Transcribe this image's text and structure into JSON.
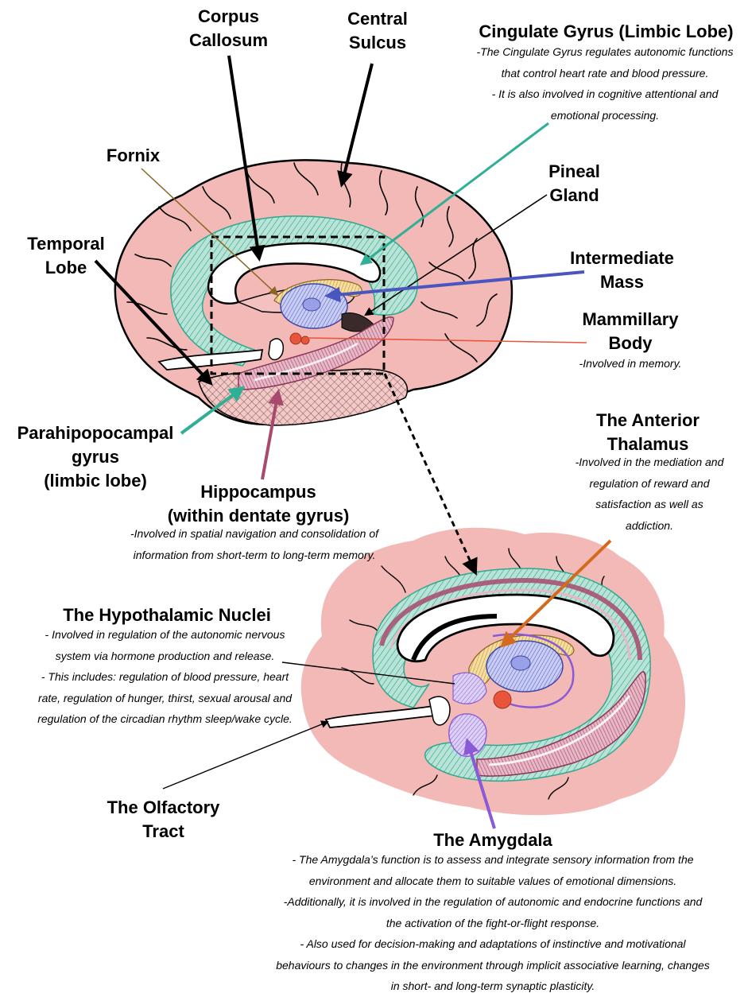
{
  "labels": {
    "corpus_callosum": [
      "Corpus",
      "Callosum"
    ],
    "central_sulcus": [
      "Central",
      "Sulcus"
    ],
    "cingulate": {
      "title": "Cingulate Gyrus (Limbic Lobe)",
      "notes": [
        "-The Cingulate Gyrus regulates autonomic functions",
        "that control heart rate and blood pressure.",
        "- It is also involved in cognitive attentional and",
        "emotional processing."
      ]
    },
    "fornix": "Fornix",
    "pineal": [
      "Pineal",
      "Gland"
    ],
    "temporal": [
      "Temporal",
      "Lobe"
    ],
    "intermediate": [
      "Intermediate",
      "Mass"
    ],
    "mammillary": {
      "title": [
        "Mammillary",
        "Body"
      ],
      "notes": [
        "-Involved in memory."
      ]
    },
    "parahippocampal": [
      "Parahipopocampal",
      "gyrus",
      "(limbic lobe)"
    ],
    "hippocampus": {
      "title": [
        "Hippocampus",
        "(within dentate gyrus)"
      ],
      "notes": [
        "-Involved in spatial navigation and consolidation of",
        "information from short-term to long-term memory."
      ]
    },
    "anterior_thalamus": {
      "title": [
        "The Anterior",
        "Thalamus"
      ],
      "notes": [
        "-Involved in the mediation and",
        "regulation of reward and",
        "satisfaction as well as",
        "addiction."
      ]
    },
    "hypothalamic": {
      "title": "The Hypothalamic Nuclei",
      "notes": [
        "- Involved in regulation of the autonomic nervous",
        "system via hormone production and release.",
        "- This includes: regulation of blood pressure, heart",
        "rate, regulation of hunger, thirst, sexual arousal and",
        "regulation of the circadian rhythm sleep/wake cycle."
      ]
    },
    "olfactory": [
      "The Olfactory",
      "Tract"
    ],
    "amygdala": {
      "title": "The Amygdala",
      "notes": [
        "- The Amygdala’s function is to assess and integrate sensory information from the",
        "environment and allocate them to suitable values of emotional dimensions.",
        "-Additionally, it is involved in the regulation of autonomic and endocrine functions and",
        "the activation of the fight-or-flight response.",
        "- Also used for decision-making and adaptations of instinctive and motivational",
        "behaviours to changes in the environment through implicit associative learning, changes",
        "in short- and long-term synaptic plasticity."
      ]
    }
  },
  "colors": {
    "cortex": "#f2b9b7",
    "cingulate": "#36b39a",
    "fornix": "#c8902e",
    "thalamus": "#4a56c0",
    "mammillary": "#e8553a",
    "hippocampus": "#a84a6e",
    "anterior_thalamus_arrow": "#d46a1e",
    "amygdala": "#8a5ad6",
    "parahippocampal": "#a56a7d"
  }
}
